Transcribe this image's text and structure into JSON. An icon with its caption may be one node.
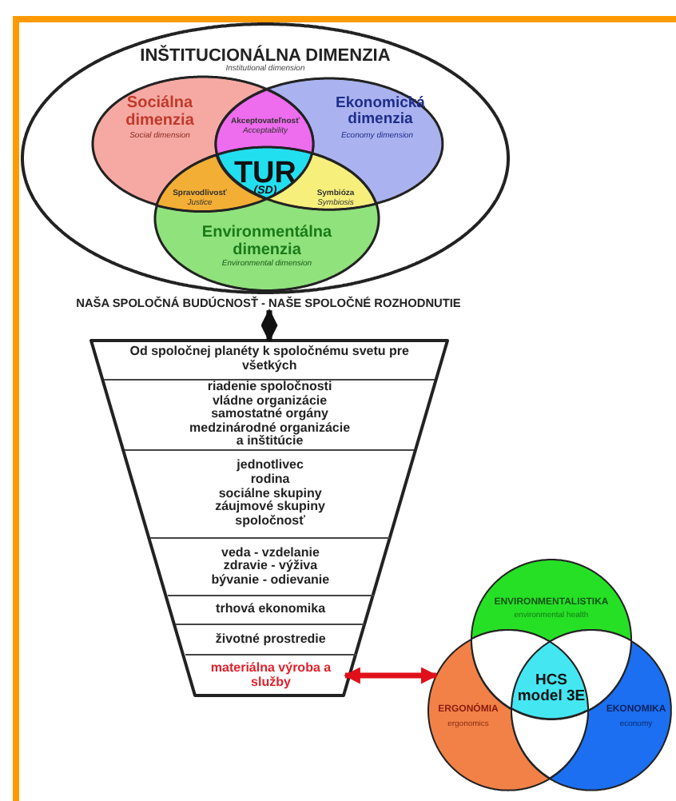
{
  "diagram": {
    "nodes": [
      {
        "text": [
          "INŠTITUCIONÁLNA DIMENZIA",
          "Institutional dimension"
        ]
      },
      {
        "text": [
          "Sociálna dimenzia",
          "Social dimension"
        ],
        "in": 0
      },
      {
        "text": [
          "Ekonomická dimenzia",
          "Economy dimension"
        ],
        "in": 0
      },
      {
        "text": [
          "Environmentálna dimenzia",
          "Environmental dimension"
        ],
        "in": 0
      },
      {
        "text": [
          "Akceptovateľnosť",
          "Acceptability"
        ],
        "in": 0
      },
      {
        "text": [
          "TUR",
          "(SD)"
        ],
        "in": 0
      },
      {
        "text": [
          "Spravodlivosť",
          "Justice"
        ],
        "in": 0
      },
      {
        "text": [
          "Symbióza",
          "Symbiosis"
        ],
        "in": 0
      },
      {
        "text": [
          "NAŠA SPOLOČNÁ BUDÚCNOSŤ - NAŠE SPOLOČNÉ ROZHODNUTIE"
        ]
      },
      {
        "text": [],
        "shape": "trapezoid"
      },
      {
        "text": [
          "Od spoločnej planéty k spoločnému svetu pre všetkých"
        ],
        "in": 9
      },
      {
        "text": [
          "riadenie spoločnosti",
          "vládne organizácie",
          "samostatné orgány",
          "medzinárodné organizácie",
          "a inštitúcie"
        ],
        "in": 9
      },
      {
        "text": [
          "jednotlivec",
          "rodina",
          "sociálne skupiny",
          "záujmové skupiny",
          "spoločnosť"
        ],
        "in": 9
      },
      {
        "text": [
          "veda - vzdelanie",
          "zdravie - výživa",
          "bývanie - odievanie"
        ],
        "in": 9
      },
      {
        "text": [
          "trhová ekonomika"
        ],
        "in": 9
      },
      {
        "text": [
          "životné prostredie"
        ],
        "in": 9
      },
      {
        "text": [
          "materiálna výroba a služby"
        ],
        "in": 9
      },
      {
        "text": [
          "ENVIRONMENTALISTIKA",
          "environmental health"
        ]
      },
      {
        "text": [
          "ERGONÓMIA",
          "ergonomics"
        ]
      },
      {
        "text": [
          "EKONOMIKA",
          "economy"
        ]
      },
      {
        "text": [
          "HCS model 3E"
        ]
      }
    ],
    "edges": [
      {
        "from": 8,
        "to": 9,
        "arrow": "both"
      },
      {
        "from": 16,
        "to": 18,
        "arrow": "both",
        "color": "#e0101a"
      }
    ]
  }
}
